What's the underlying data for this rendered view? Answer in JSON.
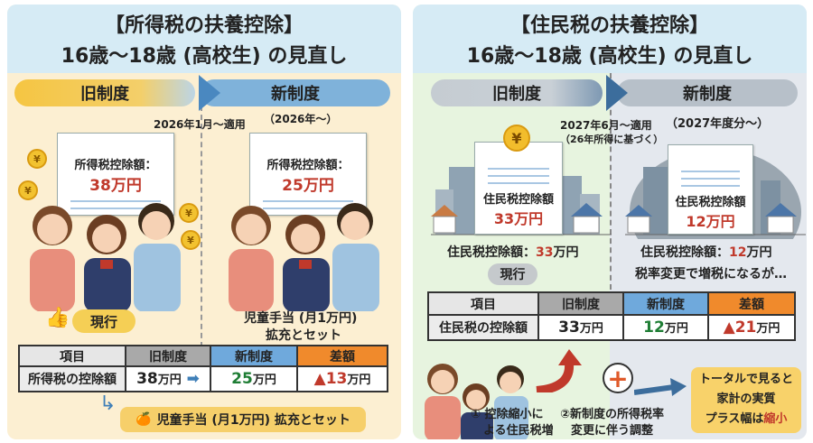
{
  "left": {
    "title1": "【所得税の扶養控除】",
    "title2": "16歳〜18歳 (高校生) の見直し",
    "old_label": "旧制度",
    "new_label": "新制度",
    "apply": "2026年1月〜適用",
    "new_period": "（2026年〜）",
    "old_doc_label": "所得税控除額：",
    "old_doc_value": "38万円",
    "new_doc_label": "所得税控除額：",
    "new_doc_value": "25万円",
    "current_badge": "現行",
    "note1": "児童手当 (月1万円)",
    "note2": "拡充とセット",
    "table": {
      "headers": [
        "項目",
        "旧制度",
        "新制度",
        "差額"
      ],
      "row": [
        "所得税の控除額",
        "38",
        "25",
        "▲13"
      ],
      "unit": "万円"
    },
    "bottom_badge": "児童手当 (月1万円) 拡充とセット",
    "coin_symbol": "¥"
  },
  "right": {
    "title1": "【住民税の扶養控除】",
    "title2": "16歳〜18歳 (高校生) の見直し",
    "old_label": "旧制度",
    "new_label": "新制度",
    "apply": "2027年6月〜適用",
    "apply_note": "（26年所得に基づく）",
    "new_period": "（2027年度分〜）",
    "old_doc_label": "住民税控除額",
    "old_doc_value": "33万円",
    "new_doc_label": "住民税控除額",
    "new_doc_value": "12万円",
    "old_caption_label": "住民税控除額：",
    "old_caption_value": "33",
    "new_caption_label": "住民税控除額：",
    "new_caption_value": "12",
    "unit": "万円",
    "current_badge": "現行",
    "tax_note": "税率変更で増税になるが…",
    "table": {
      "headers": [
        "項目",
        "旧制度",
        "新制度",
        "差額"
      ],
      "row": [
        "住民税の控除額",
        "33",
        "12",
        "▲21"
      ],
      "unit": "万円"
    },
    "reason1a": "① 控除縮小に",
    "reason1b": "よる住民税増",
    "reason2a": "②新制度の所得税率",
    "reason2b": "変更に伴う調整",
    "summary1": "トータルで見ると",
    "summary2": "家計の実質",
    "summary3a": "プラス幅は",
    "summary3b": "縮小"
  }
}
